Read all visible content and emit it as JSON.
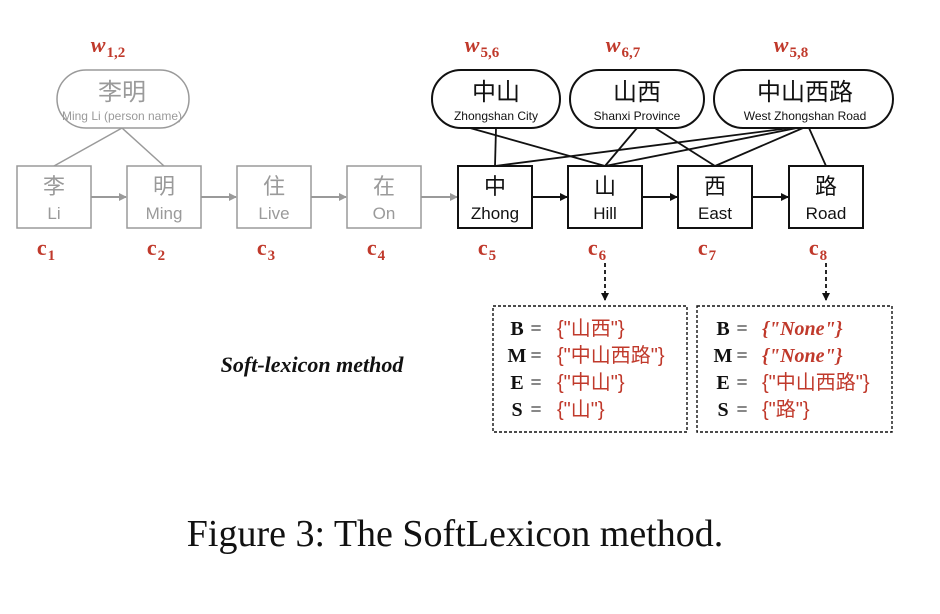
{
  "colors": {
    "red": "#c0392b",
    "gray": "#9a9a9a",
    "black": "#111111"
  },
  "words": [
    {
      "id": "w12",
      "w": "w",
      "sub": "1,2",
      "cn": "李明",
      "en": "Ming Li (person name)",
      "muted": true
    },
    {
      "id": "w56",
      "w": "w",
      "sub": "5,6",
      "cn": "中山",
      "en": "Zhongshan City",
      "muted": false
    },
    {
      "id": "w67",
      "w": "w",
      "sub": "6,7",
      "cn": "山西",
      "en": "Shanxi Province",
      "muted": false
    },
    {
      "id": "w58",
      "w": "w",
      "sub": "5,8",
      "cn": "中山西路",
      "en": "West Zhongshan Road",
      "muted": false
    }
  ],
  "chars": [
    {
      "cn": "李",
      "en": "Li",
      "c": "c",
      "sub": "1",
      "muted": true
    },
    {
      "cn": "明",
      "en": "Ming",
      "c": "c",
      "sub": "2",
      "muted": true
    },
    {
      "cn": "住",
      "en": "Live",
      "c": "c",
      "sub": "3",
      "muted": true
    },
    {
      "cn": "在",
      "en": "On",
      "c": "c",
      "sub": "4",
      "muted": true
    },
    {
      "cn": "中",
      "en": "Zhong",
      "c": "c",
      "sub": "5",
      "muted": false
    },
    {
      "cn": "山",
      "en": "Hill",
      "c": "c",
      "sub": "6",
      "muted": false
    },
    {
      "cn": "西",
      "en": "East",
      "c": "c",
      "sub": "7",
      "muted": false
    },
    {
      "cn": "路",
      "en": "Road",
      "c": "c",
      "sub": "8",
      "muted": false
    }
  ],
  "method_label": "Soft-lexicon method",
  "sets": [
    {
      "rows": [
        {
          "k": "B",
          "v": "{\"山西\"}",
          "italic": false
        },
        {
          "k": "M",
          "v": "{\"中山西路\"}",
          "italic": false
        },
        {
          "k": "E",
          "v": "{\"中山\"}",
          "italic": false
        },
        {
          "k": "S",
          "v": "{\"山\"}",
          "italic": false
        }
      ]
    },
    {
      "rows": [
        {
          "k": "B",
          "v": "{\"None\"}",
          "italic": true
        },
        {
          "k": "M",
          "v": "{\"None\"}",
          "italic": true
        },
        {
          "k": "E",
          "v": "{\"中山西路\"}",
          "italic": false
        },
        {
          "k": "S",
          "v": "{\"路\"}",
          "italic": false
        }
      ]
    }
  ],
  "caption": "Figure 3: The SoftLexicon method."
}
